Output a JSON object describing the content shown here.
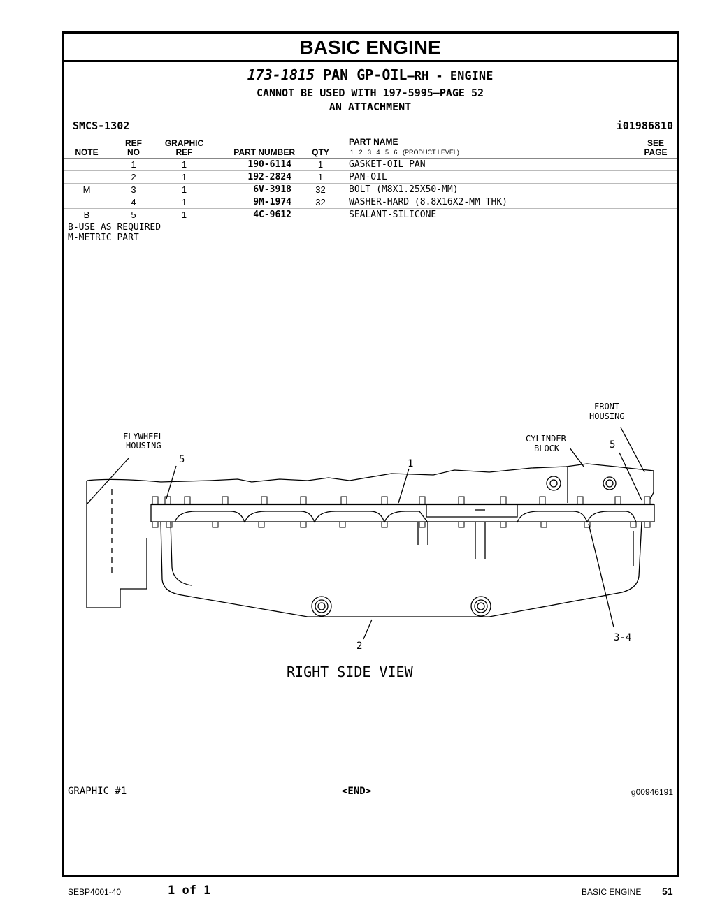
{
  "header": {
    "title": "BASIC ENGINE",
    "group_number": "173-1815",
    "group_name": "PAN GP-OIL",
    "group_suffix": "—RH - ENGINE",
    "note_line1": "CANNOT BE USED WITH 197-5995—PAGE 52",
    "note_line2": "AN ATTACHMENT",
    "smcs": "SMCS-1302",
    "ident": "i01986810"
  },
  "table": {
    "col_note": "NOTE",
    "col_ref_1": "REF",
    "col_ref_2": "NO",
    "col_graphic_1": "GRAPHIC",
    "col_graphic_2": "REF",
    "col_part_number": "PART NUMBER",
    "col_qty": "QTY",
    "col_part_name": "PART NAME",
    "product_levels": "1   2   3   4   5   6   (PRODUCT LEVEL)",
    "col_see_1": "SEE",
    "col_see_2": "PAGE",
    "rows": [
      {
        "note": "",
        "ref": "1",
        "graphic": "1",
        "part_number": "190-6114",
        "qty": "1",
        "name": "GASKET-OIL PAN"
      },
      {
        "note": "",
        "ref": "2",
        "graphic": "1",
        "part_number": "192-2824",
        "qty": "1",
        "name": "PAN-OIL"
      },
      {
        "note": "M",
        "ref": "3",
        "graphic": "1",
        "part_number": "6V-3918",
        "qty": "32",
        "name": "BOLT (M8X1.25X50-MM)"
      },
      {
        "note": "",
        "ref": "4",
        "graphic": "1",
        "part_number": "9M-1974",
        "qty": "32",
        "name": "WASHER-HARD (8.8X16X2-MM THK)"
      },
      {
        "note": "B",
        "ref": "5",
        "graphic": "1",
        "part_number": "4C-9612",
        "qty": "",
        "name": "SEALANT-SILICONE"
      }
    ],
    "notes": [
      "B-USE AS REQUIRED",
      "M-METRIC PART"
    ]
  },
  "diagram": {
    "labels": {
      "front_1": "FRONT",
      "front_2": "HOUSING",
      "flywheel_1": "FLYWHEEL",
      "flywheel_2": "HOUSING",
      "cylinder_1": "CYLINDER",
      "cylinder_2": "BLOCK",
      "callout_5a": "5",
      "callout_5b": "5",
      "callout_1": "1",
      "callout_2": "2",
      "callout_34": "3-4",
      "view": "RIGHT SIDE VIEW"
    }
  },
  "graphic": {
    "label": "GRAPHIC #1",
    "end": "<END>",
    "id": "g00946191"
  },
  "footer": {
    "doc": "SEBP4001-40",
    "pages": "1 of 1",
    "section": "BASIC ENGINE",
    "page": "51"
  }
}
